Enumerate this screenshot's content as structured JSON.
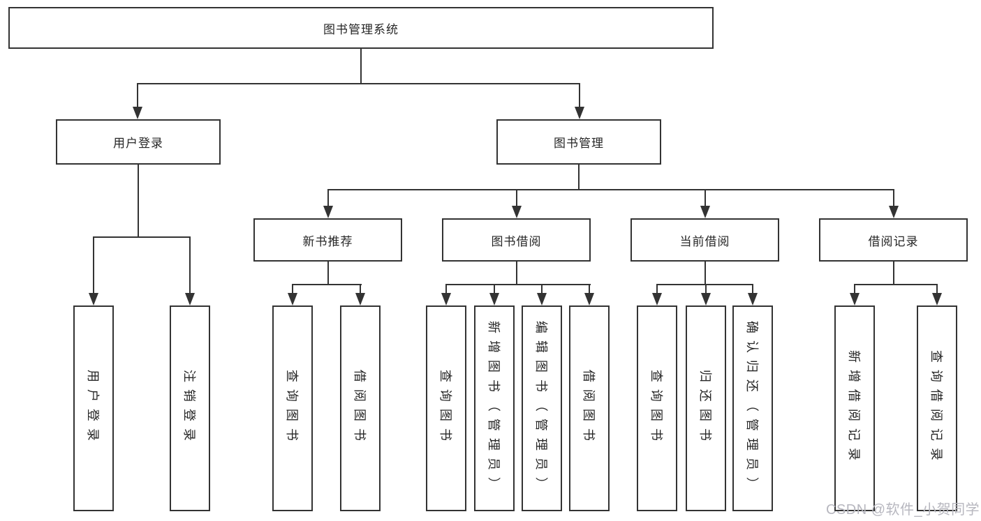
{
  "nodes": {
    "root": "图书管理系统",
    "user_login": "用户登录",
    "book_mgmt": "图书管理",
    "new_book_rec": "新书推荐",
    "book_borrow": "图书借阅",
    "current_borrow": "当前借阅",
    "borrow_record": "借阅记录",
    "ul_user_login": "用户登录",
    "ul_logout": "注销登录",
    "nb_query_book": "查询图书",
    "nb_borrow_book": "借阅图书",
    "bb_query_book": "查询图书",
    "bb_add_book": "新增图书（管理员）",
    "bb_edit_book": "编辑图书（管理员）",
    "bb_borrow_book": "借阅图书",
    "cb_query_book": "查询图书",
    "cb_return_book": "归还图书",
    "cb_confirm_return": "确认归还（管理员）",
    "br_add_record": "新增借阅记录",
    "br_query_record": "查询借阅记录"
  },
  "watermark": "CSDN @软件_小贺同学",
  "colors": {
    "line": "#333333",
    "text": "#262626",
    "box_background": "#ffffff",
    "watermark": "#b7b7bf"
  }
}
